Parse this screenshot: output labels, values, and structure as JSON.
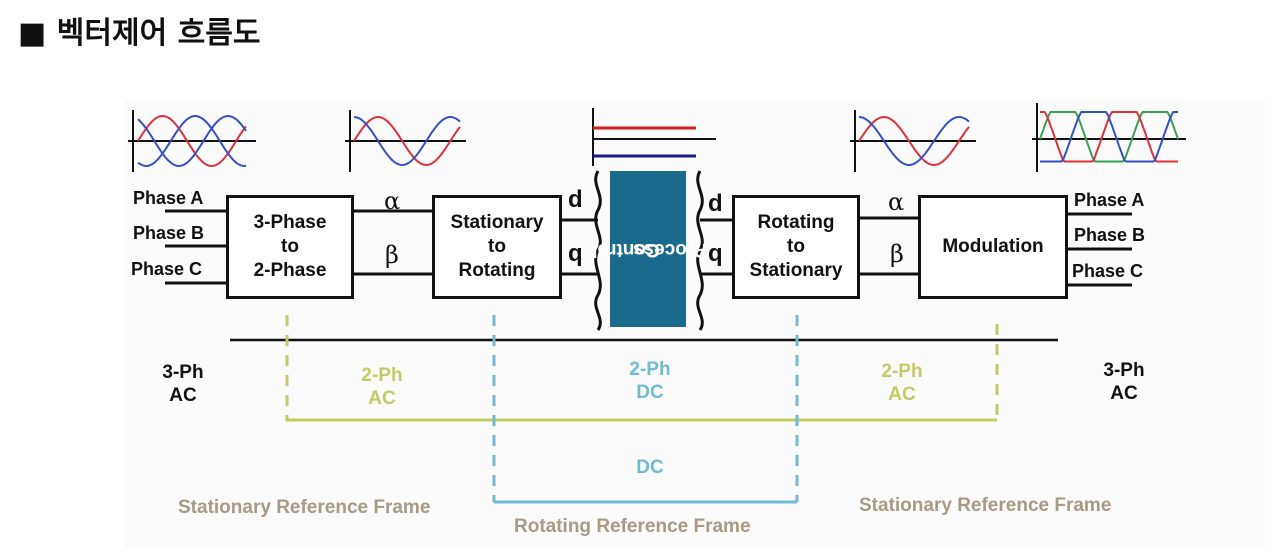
{
  "title": "■ 벡터제어 흐름도",
  "inputs": {
    "phase_a": "Phase A",
    "phase_b": "Phase B",
    "phase_c": "Phase C"
  },
  "outputs": {
    "phase_a": "Phase A",
    "phase_b": "Phase B",
    "phase_c": "Phase C"
  },
  "blocks": {
    "three_to_two": [
      "3-Phase",
      "to",
      "2-Phase"
    ],
    "stat_to_rot": [
      "Stationary",
      "to",
      "Rotating"
    ],
    "control": [
      "Control",
      "Process"
    ],
    "rot_to_stat": [
      "Rotating",
      "to",
      "Stationary"
    ],
    "modulation": "Modulation"
  },
  "signals": {
    "alpha": "α",
    "beta": "β",
    "d": "d",
    "q": "q"
  },
  "zones": {
    "left_ac": [
      "3-Ph",
      "AC"
    ],
    "left_2ph": [
      "2-Ph",
      "AC"
    ],
    "mid_dc": [
      "2-Ph",
      "DC"
    ],
    "right_2ph": [
      "2-Ph",
      "AC"
    ],
    "right_ac": [
      "3-Ph",
      "AC"
    ],
    "dc": "DC"
  },
  "frames": {
    "left": "Stationary Reference Frame",
    "middle": "Rotating Reference Frame",
    "right": "Stationary Reference Frame"
  },
  "colors": {
    "control_block": "#1a6a8e",
    "stationary_bracket": "#c5c965",
    "rotating_bracket": "#6fbad6",
    "frame_label": "#a89a85",
    "wave_red": "#e0303a",
    "wave_blue": "#3350c8",
    "wave_green": "#3aa050"
  }
}
